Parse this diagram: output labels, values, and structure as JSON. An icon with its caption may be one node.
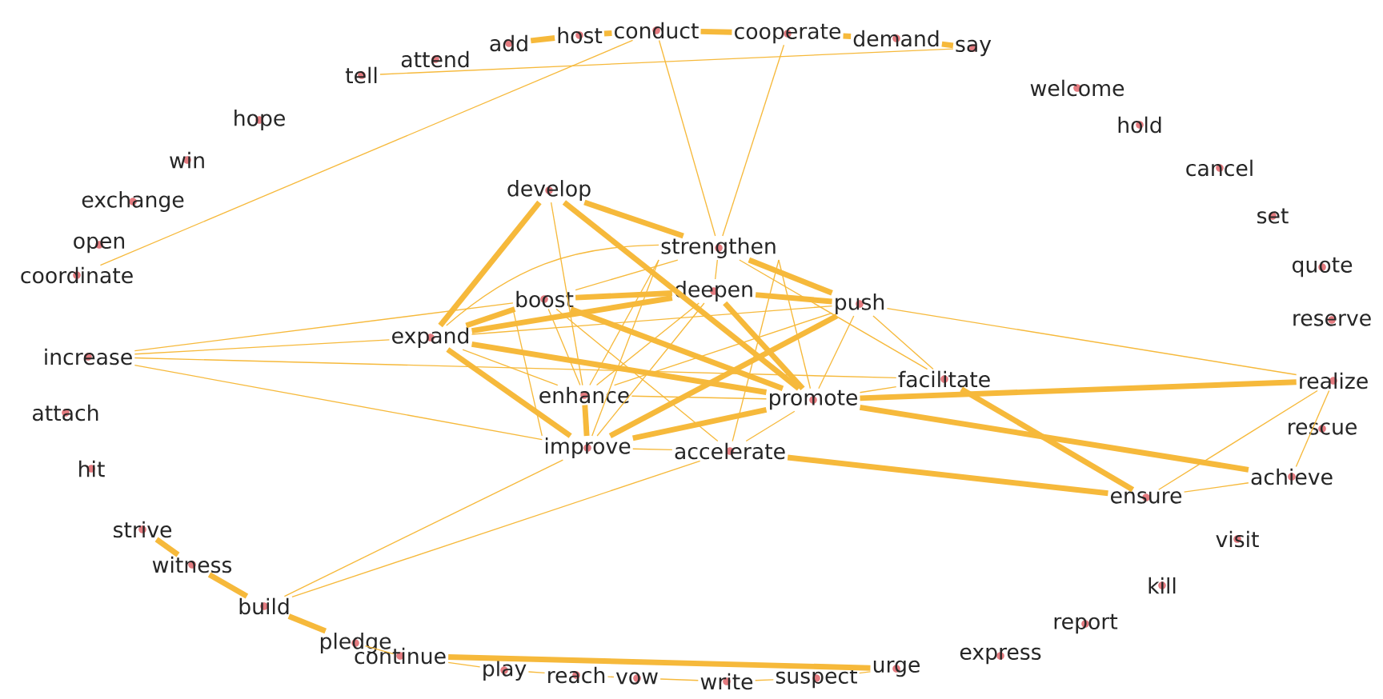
{
  "diagram": {
    "nodes": [
      {
        "text": [
          "add"
        ]
      },
      {
        "text": [
          "host"
        ]
      },
      {
        "text": [
          "conduct"
        ]
      },
      {
        "text": [
          "cooperate"
        ]
      },
      {
        "text": [
          "demand"
        ]
      },
      {
        "text": [
          "say"
        ]
      },
      {
        "text": [
          "tell"
        ]
      },
      {
        "text": [
          "attend"
        ]
      },
      {
        "text": [
          "welcome"
        ]
      },
      {
        "text": [
          "hope"
        ]
      },
      {
        "text": [
          "hold"
        ]
      },
      {
        "text": [
          "win"
        ]
      },
      {
        "text": [
          "cancel"
        ]
      },
      {
        "text": [
          "develop"
        ]
      },
      {
        "text": [
          "exchange"
        ]
      },
      {
        "text": [
          "set"
        ]
      },
      {
        "text": [
          "strengthen"
        ]
      },
      {
        "text": [
          "open"
        ]
      },
      {
        "text": [
          "quote"
        ]
      },
      {
        "text": [
          "coordinate"
        ]
      },
      {
        "text": [
          "push"
        ]
      },
      {
        "text": [
          "boost"
        ]
      },
      {
        "text": [
          "deepen"
        ]
      },
      {
        "text": [
          "expand"
        ]
      },
      {
        "text": [
          "reserve"
        ]
      },
      {
        "text": [
          "increase"
        ]
      },
      {
        "text": [
          "enhance"
        ]
      },
      {
        "text": [
          "facilitate"
        ]
      },
      {
        "text": [
          "promote"
        ]
      },
      {
        "text": [
          "realize"
        ]
      },
      {
        "text": [
          "attach"
        ]
      },
      {
        "text": [
          "rescue"
        ]
      },
      {
        "text": [
          "improve"
        ]
      },
      {
        "text": [
          "accelerate"
        ]
      },
      {
        "text": [
          "achieve"
        ]
      },
      {
        "text": [
          "hit"
        ]
      },
      {
        "text": [
          "ensure"
        ]
      },
      {
        "text": [
          "visit"
        ]
      },
      {
        "text": [
          "strive"
        ]
      },
      {
        "text": [
          "witness"
        ]
      },
      {
        "text": [
          "kill"
        ]
      },
      {
        "text": [
          "build"
        ]
      },
      {
        "text": [
          "report"
        ]
      },
      {
        "text": [
          "pledge"
        ]
      },
      {
        "text": [
          "express"
        ]
      },
      {
        "text": [
          "continue"
        ]
      },
      {
        "text": [
          "play"
        ]
      },
      {
        "text": [
          "reach"
        ]
      },
      {
        "text": [
          "urge"
        ]
      },
      {
        "text": [
          "vow"
        ]
      },
      {
        "text": [
          "write"
        ]
      },
      {
        "text": [
          "suspect"
        ]
      }
    ],
    "edges": [
      {
        "from": 0,
        "to": 1,
        "arrow": "none",
        "style": "thick"
      },
      {
        "from": 1,
        "to": 2,
        "arrow": "none",
        "style": "thick"
      },
      {
        "from": 2,
        "to": 3,
        "arrow": "none",
        "style": "thick"
      },
      {
        "from": 3,
        "to": 4,
        "arrow": "none",
        "style": "thick"
      },
      {
        "from": 4,
        "to": 5,
        "arrow": "none",
        "style": "thick"
      },
      {
        "from": 6,
        "to": 5,
        "arrow": "none"
      },
      {
        "from": 19,
        "to": 2,
        "arrow": "none"
      },
      {
        "from": 2,
        "to": 16,
        "arrow": "none"
      },
      {
        "from": 3,
        "to": 16,
        "arrow": "none"
      },
      {
        "from": 13,
        "to": 23,
        "arrow": "none",
        "style": "thick"
      },
      {
        "from": 13,
        "to": 16,
        "arrow": "none",
        "style": "thick"
      },
      {
        "from": 13,
        "to": 28,
        "arrow": "none",
        "style": "thick"
      },
      {
        "from": 13,
        "to": 26,
        "arrow": "none"
      },
      {
        "from": 16,
        "to": 20,
        "arrow": "none",
        "style": "thick"
      },
      {
        "from": 16,
        "to": 22,
        "arrow": "none"
      },
      {
        "from": 16,
        "to": 21,
        "arrow": "none"
      },
      {
        "from": 16,
        "to": 23,
        "arrow": "none"
      },
      {
        "from": 16,
        "to": 32,
        "arrow": "none"
      },
      {
        "from": 16,
        "to": 33,
        "arrow": "none"
      },
      {
        "from": 16,
        "to": 28,
        "arrow": "none"
      },
      {
        "from": 16,
        "to": 27,
        "arrow": "none"
      },
      {
        "from": 16,
        "to": 26,
        "arrow": "none"
      },
      {
        "from": 23,
        "to": 21,
        "arrow": "none",
        "style": "thick"
      },
      {
        "from": 23,
        "to": 22,
        "arrow": "none",
        "style": "thick"
      },
      {
        "from": 23,
        "to": 20,
        "arrow": "none"
      },
      {
        "from": 23,
        "to": 32,
        "arrow": "none",
        "style": "thick"
      },
      {
        "from": 23,
        "to": 28,
        "arrow": "none",
        "style": "thick"
      },
      {
        "from": 23,
        "to": 26,
        "arrow": "none"
      },
      {
        "from": 21,
        "to": 22,
        "arrow": "none",
        "style": "thick"
      },
      {
        "from": 21,
        "to": 26,
        "arrow": "none"
      },
      {
        "from": 21,
        "to": 32,
        "arrow": "none"
      },
      {
        "from": 21,
        "to": 28,
        "arrow": "none",
        "style": "thick"
      },
      {
        "from": 21,
        "to": 33,
        "arrow": "none"
      },
      {
        "from": 22,
        "to": 20,
        "arrow": "none",
        "style": "thick"
      },
      {
        "from": 22,
        "to": 32,
        "arrow": "none"
      },
      {
        "from": 22,
        "to": 28,
        "arrow": "none",
        "style": "thick"
      },
      {
        "from": 22,
        "to": 26,
        "arrow": "none"
      },
      {
        "from": 20,
        "to": 32,
        "arrow": "none",
        "style": "thick"
      },
      {
        "from": 20,
        "to": 27,
        "arrow": "none"
      },
      {
        "from": 20,
        "to": 28,
        "arrow": "none"
      },
      {
        "from": 20,
        "to": 29,
        "arrow": "none"
      },
      {
        "from": 20,
        "to": 26,
        "arrow": "none"
      },
      {
        "from": 26,
        "to": 32,
        "arrow": "none",
        "style": "thick"
      },
      {
        "from": 26,
        "to": 28,
        "arrow": "none"
      },
      {
        "from": 28,
        "to": 27,
        "arrow": "none"
      },
      {
        "from": 28,
        "to": 29,
        "arrow": "none",
        "style": "thick"
      },
      {
        "from": 28,
        "to": 34,
        "arrow": "none",
        "style": "thick"
      },
      {
        "from": 28,
        "to": 32,
        "arrow": "none",
        "style": "thick"
      },
      {
        "from": 28,
        "to": 33,
        "arrow": "none"
      },
      {
        "from": 27,
        "to": 36,
        "arrow": "none",
        "style": "thick"
      },
      {
        "from": 32,
        "to": 33,
        "arrow": "none"
      },
      {
        "from": 33,
        "to": 36,
        "arrow": "none",
        "style": "thick"
      },
      {
        "from": 29,
        "to": 36,
        "arrow": "none"
      },
      {
        "from": 29,
        "to": 34,
        "arrow": "none"
      },
      {
        "from": 36,
        "to": 34,
        "arrow": "none"
      },
      {
        "from": 25,
        "to": 23,
        "arrow": "none"
      },
      {
        "from": 25,
        "to": 21,
        "arrow": "none"
      },
      {
        "from": 25,
        "to": 27,
        "arrow": "none"
      },
      {
        "from": 25,
        "to": 32,
        "arrow": "none"
      },
      {
        "from": 41,
        "to": 32,
        "arrow": "none"
      },
      {
        "from": 41,
        "to": 33,
        "arrow": "none"
      },
      {
        "from": 38,
        "to": 39,
        "arrow": "none",
        "style": "thick"
      },
      {
        "from": 39,
        "to": 41,
        "arrow": "none",
        "style": "thick"
      },
      {
        "from": 41,
        "to": 43,
        "arrow": "none",
        "style": "thick"
      },
      {
        "from": 43,
        "to": 45,
        "arrow": "none"
      },
      {
        "from": 45,
        "to": 48,
        "arrow": "none",
        "style": "thick"
      },
      {
        "from": 45,
        "to": 46,
        "arrow": "none"
      },
      {
        "from": 46,
        "to": 47,
        "arrow": "none"
      },
      {
        "from": 47,
        "to": 49,
        "arrow": "none"
      },
      {
        "from": 49,
        "to": 50,
        "arrow": "none"
      },
      {
        "from": 50,
        "to": 51,
        "arrow": "none"
      },
      {
        "from": 51,
        "to": 48,
        "arrow": "none"
      }
    ]
  }
}
